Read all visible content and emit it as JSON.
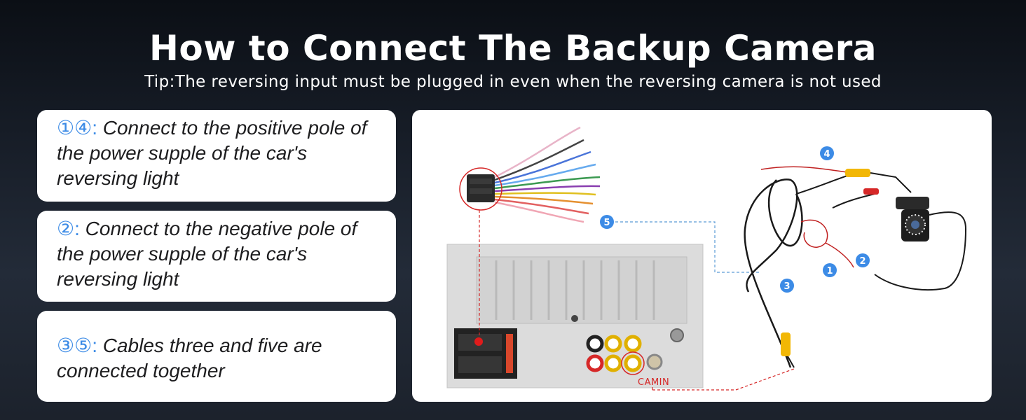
{
  "header": {
    "title": "How to Connect The Backup Camera",
    "tip": "Tip:The reversing input must be plugged in even when the reversing camera is not used"
  },
  "steps": [
    {
      "markers": "①④:",
      "text": "Connect to the positive pole of the power supple of the car's reversing light"
    },
    {
      "markers": "②:",
      "text": "Connect to the negative pole of the power supple of the car's reversing light"
    },
    {
      "markers": "③⑤:",
      "text": "Cables three and five are connected together"
    }
  ],
  "diagram": {
    "callouts": [
      "1",
      "2",
      "3",
      "4",
      "5"
    ],
    "port_label": "CAMIN",
    "colors": {
      "callout": "#3c8be6",
      "highlight": "#d62828",
      "dashed_blue": "#5b9bd5",
      "rca_yellow": "#f2b705"
    }
  }
}
